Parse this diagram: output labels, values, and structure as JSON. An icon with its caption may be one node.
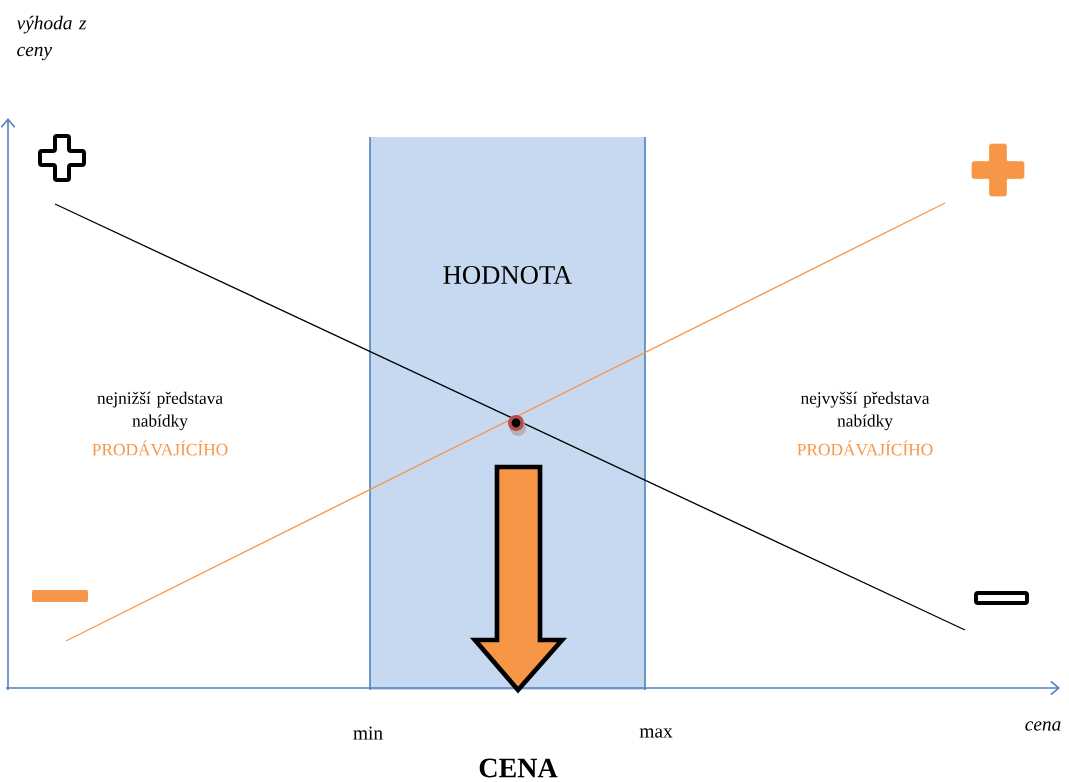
{
  "diagram": {
    "nodes": [
      {
        "text": [
          "HODNOTA"
        ]
      }
    ],
    "labels": [
      "výhoda z ceny",
      "nejnižší představa nabídky",
      "PRODÁVAJÍCÍHO",
      "nejvyšší představa nabídky",
      "PRODÁVAJÍCÍHO",
      "min",
      "max",
      "cena",
      "CENA"
    ]
  }
}
